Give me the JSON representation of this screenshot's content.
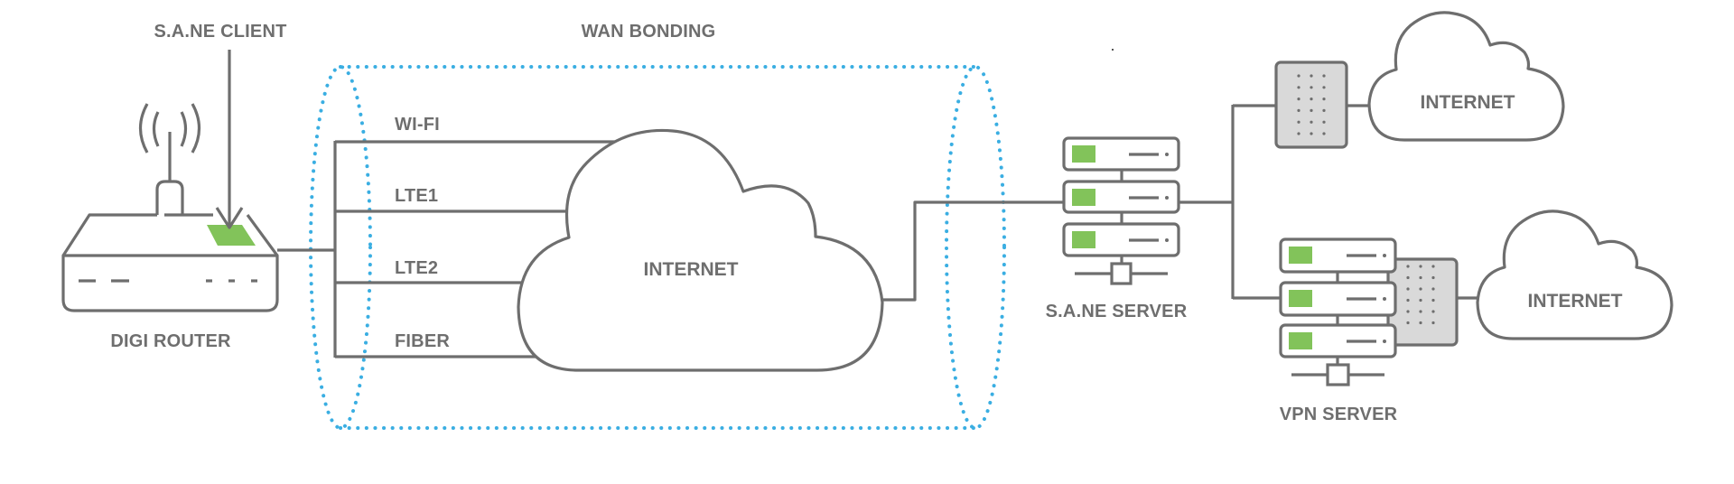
{
  "diagram": {
    "title_labels": {
      "client": "S.A.NE CLIENT",
      "wan_bonding": "WAN BONDING"
    },
    "router": {
      "label": "DIGI ROUTER"
    },
    "links": [
      {
        "id": "wifi",
        "label": "WI-FI"
      },
      {
        "id": "lte1",
        "label": "LTE1"
      },
      {
        "id": "lte2",
        "label": "LTE2"
      },
      {
        "id": "fiber",
        "label": "FIBER"
      }
    ],
    "clouds": {
      "main": "INTERNET",
      "upper_right": "INTERNET",
      "lower_right": "INTERNET"
    },
    "sane_server": {
      "label": "S.A.NE SERVER"
    },
    "vpn_server": {
      "label": "VPN SERVER"
    },
    "colors": {
      "stroke": "#6e6e6e",
      "led_green": "#82c35a",
      "bonding_blue": "#3aaee2",
      "firewall_fill": "#d9d9d9"
    }
  }
}
